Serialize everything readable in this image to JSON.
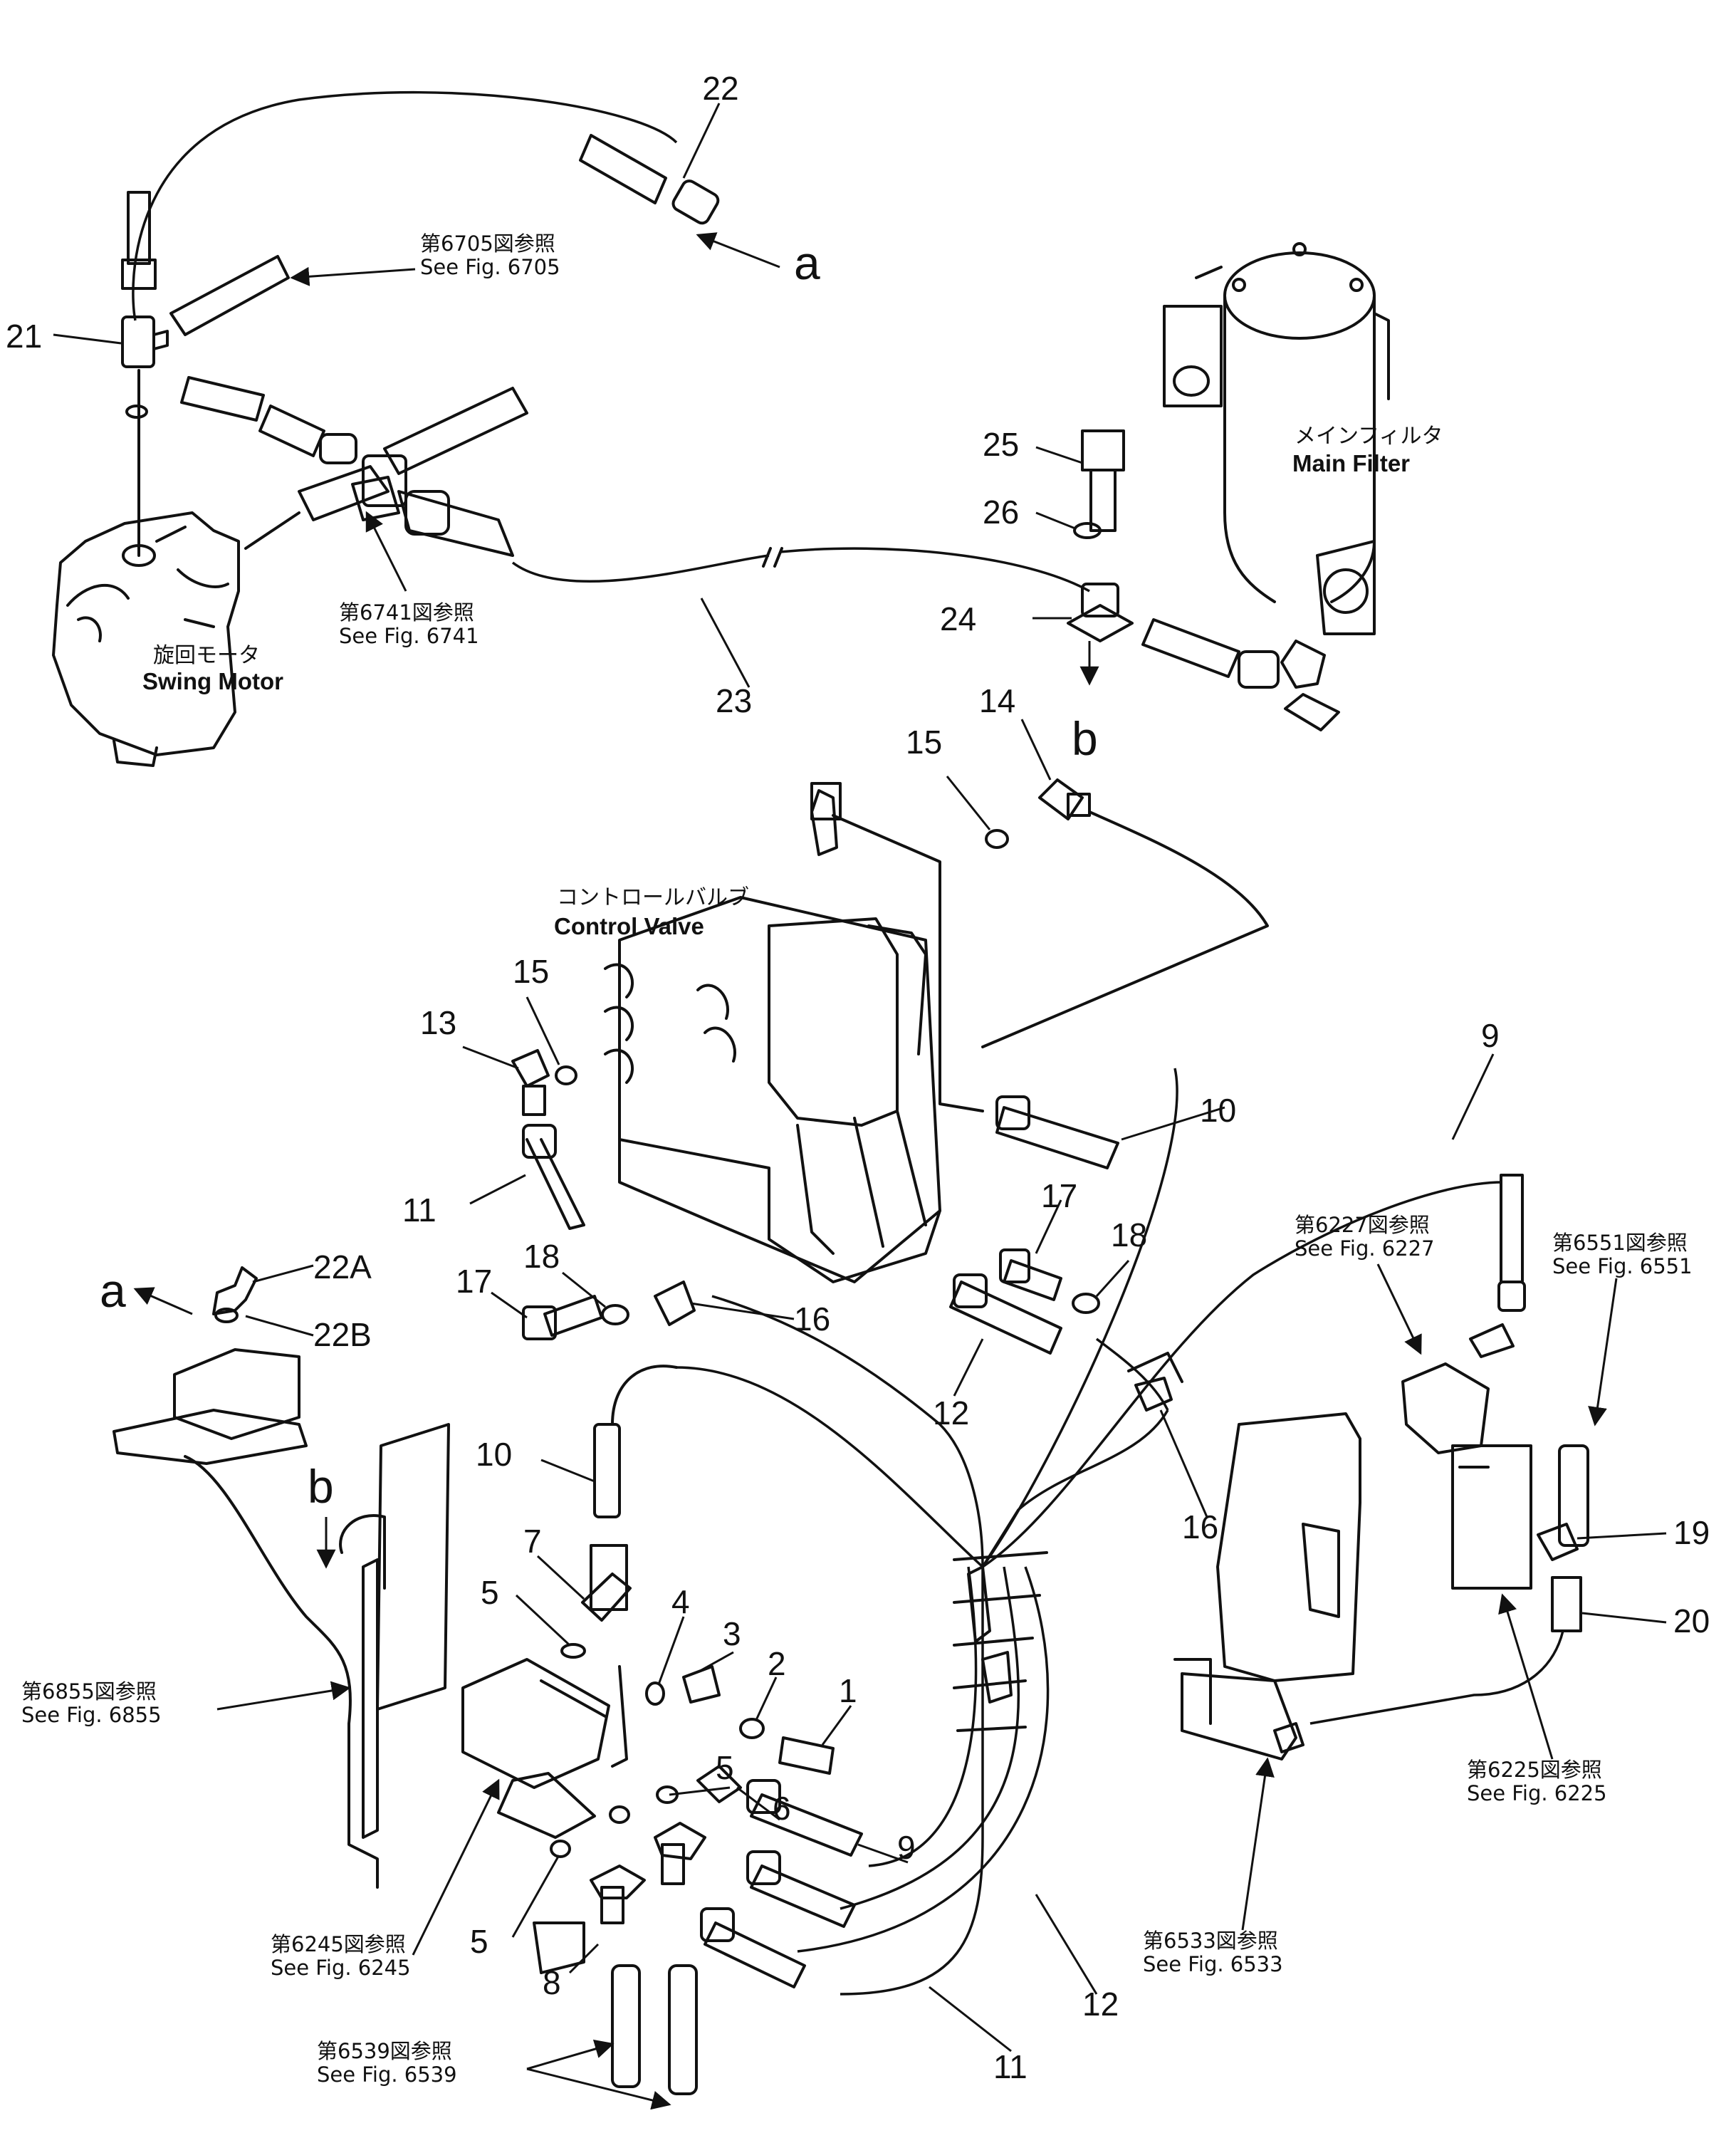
{
  "labels": [
    {
      "id": "22",
      "text": "22"
    },
    {
      "id": "21",
      "text": "21"
    },
    {
      "id": "25",
      "text": "25"
    },
    {
      "id": "26",
      "text": "26"
    },
    {
      "id": "24",
      "text": "24"
    },
    {
      "id": "23",
      "text": "23"
    },
    {
      "id": "14",
      "text": "14"
    },
    {
      "id": "15a",
      "text": "15"
    },
    {
      "id": "15b",
      "text": "15"
    },
    {
      "id": "13",
      "text": "13"
    },
    {
      "id": "9a",
      "text": "9"
    },
    {
      "id": "10a",
      "text": "10"
    },
    {
      "id": "11a",
      "text": "11"
    },
    {
      "id": "17a",
      "text": "17"
    },
    {
      "id": "18a",
      "text": "18"
    },
    {
      "id": "16a",
      "text": "16"
    },
    {
      "id": "17b",
      "text": "17"
    },
    {
      "id": "18b",
      "text": "18"
    },
    {
      "id": "12a",
      "text": "12"
    },
    {
      "id": "22A",
      "text": "22A"
    },
    {
      "id": "22B",
      "text": "22B"
    },
    {
      "id": "10b",
      "text": "10"
    },
    {
      "id": "16b",
      "text": "16"
    },
    {
      "id": "19",
      "text": "19"
    },
    {
      "id": "7",
      "text": "7"
    },
    {
      "id": "5a",
      "text": "5"
    },
    {
      "id": "4",
      "text": "4"
    },
    {
      "id": "3",
      "text": "3"
    },
    {
      "id": "2",
      "text": "2"
    },
    {
      "id": "1",
      "text": "1"
    },
    {
      "id": "20",
      "text": "20"
    },
    {
      "id": "5b",
      "text": "5"
    },
    {
      "id": "6",
      "text": "6"
    },
    {
      "id": "9b",
      "text": "9"
    },
    {
      "id": "5c",
      "text": "5"
    },
    {
      "id": "8",
      "text": "8"
    },
    {
      "id": "12b",
      "text": "12"
    },
    {
      "id": "11b",
      "text": "11"
    }
  ],
  "letters": {
    "a_top": "a",
    "b_top": "b",
    "a_left": "a",
    "b_left": "b"
  },
  "refs": {
    "fig6705": {
      "jp": "第6705図参照",
      "en": "See  Fig.  6705"
    },
    "fig6741": {
      "jp": "第6741図参照",
      "en": "See  Fig.  6741"
    },
    "fig6227": {
      "jp": "第6227図参照",
      "en": "See  Fig.  6227"
    },
    "fig6551": {
      "jp": "第6551図参照",
      "en": "See  Fig.  6551"
    },
    "fig6855": {
      "jp": "第6855図参照",
      "en": "See  Fig.  6855"
    },
    "fig6245": {
      "jp": "第6245図参照",
      "en": "See  Fig.  6245"
    },
    "fig6225": {
      "jp": "第6225図参照",
      "en": "See  Fig.  6225"
    },
    "fig6533": {
      "jp": "第6533図参照",
      "en": "See  Fig.  6533"
    },
    "fig6539": {
      "jp": "第6539図参照",
      "en": "See  Fig.  6539"
    }
  },
  "components": {
    "main_filter": {
      "jp": "メインフィルタ",
      "en": "Main  Filter"
    },
    "swing_motor": {
      "jp": "旋回モータ",
      "en": "Swing  Motor"
    },
    "control_valve": {
      "jp": "コントロールバルブ",
      "en": "Control  Valve"
    }
  }
}
